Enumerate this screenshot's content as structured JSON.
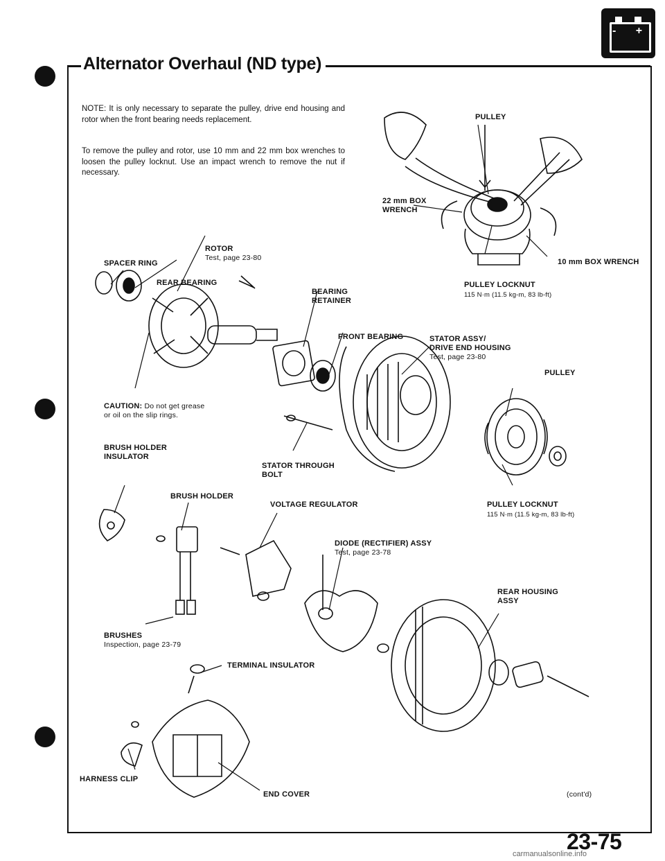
{
  "header": {
    "title": "Alternator Overhaul (ND type)",
    "battery_icon": "battery-icon",
    "battery_signs": "- +"
  },
  "notes": [
    "NOTE: It is only necessary to separate the pulley, drive end housing and rotor when the front bearing needs replacement.",
    "To remove the pulley and rotor, use 10 mm and 22 mm box wrenches to loosen the pulley locknut. Use an impact wrench to remove the nut if necessary."
  ],
  "labels": {
    "pulley_top": "PULLEY",
    "wrench_22": "22 mm BOX\nWRENCH",
    "wrench_10": "10 mm BOX WRENCH",
    "pulley_locknut_top": "PULLEY LOCKNUT",
    "pulley_locknut_top_torque": "115 N·m (11.5 kg-m, 83 lb-ft)",
    "spacer_ring": "SPACER RING",
    "rotor": "ROTOR",
    "rotor_test": "Test, page 23-80",
    "rear_bearing": "REAR BEARING",
    "bearing_retainer": "BEARING\nRETAINER",
    "front_bearing": "FRONT BEARING",
    "stator_assy": "STATOR ASSY/\nDRIVE END HOUSING",
    "stator_test": "Test, page 23-80",
    "pulley_mid": "PULLEY",
    "caution_lead": "CAUTION:",
    "caution_text": " Do not get grease\nor oil on the slip rings.",
    "brush_holder_insulator": "BRUSH HOLDER\nINSULATOR",
    "stator_bolt": "STATOR THROUGH\nBOLT",
    "brush_holder": "BRUSH HOLDER",
    "voltage_regulator": "VOLTAGE REGULATOR",
    "pulley_locknut_mid": "PULLEY LOCKNUT",
    "pulley_locknut_mid_torque": "115 N·m (11.5 kg-m, 83 lb-ft)",
    "diode_assy": "DIODE (RECTIFIER) ASSY",
    "diode_test": "Test, page 23-78",
    "rear_housing": "REAR HOUSING\nASSY",
    "brushes": "BRUSHES",
    "brushes_inspection": "Inspection, page 23-79",
    "terminal_insulator": "TERMINAL INSULATOR",
    "harness_clip": "HARNESS CLIP",
    "end_cover": "END COVER",
    "contd": "(cont'd)"
  },
  "footer": {
    "page_number": "23-75",
    "watermark": "carmanualsonline.info"
  }
}
